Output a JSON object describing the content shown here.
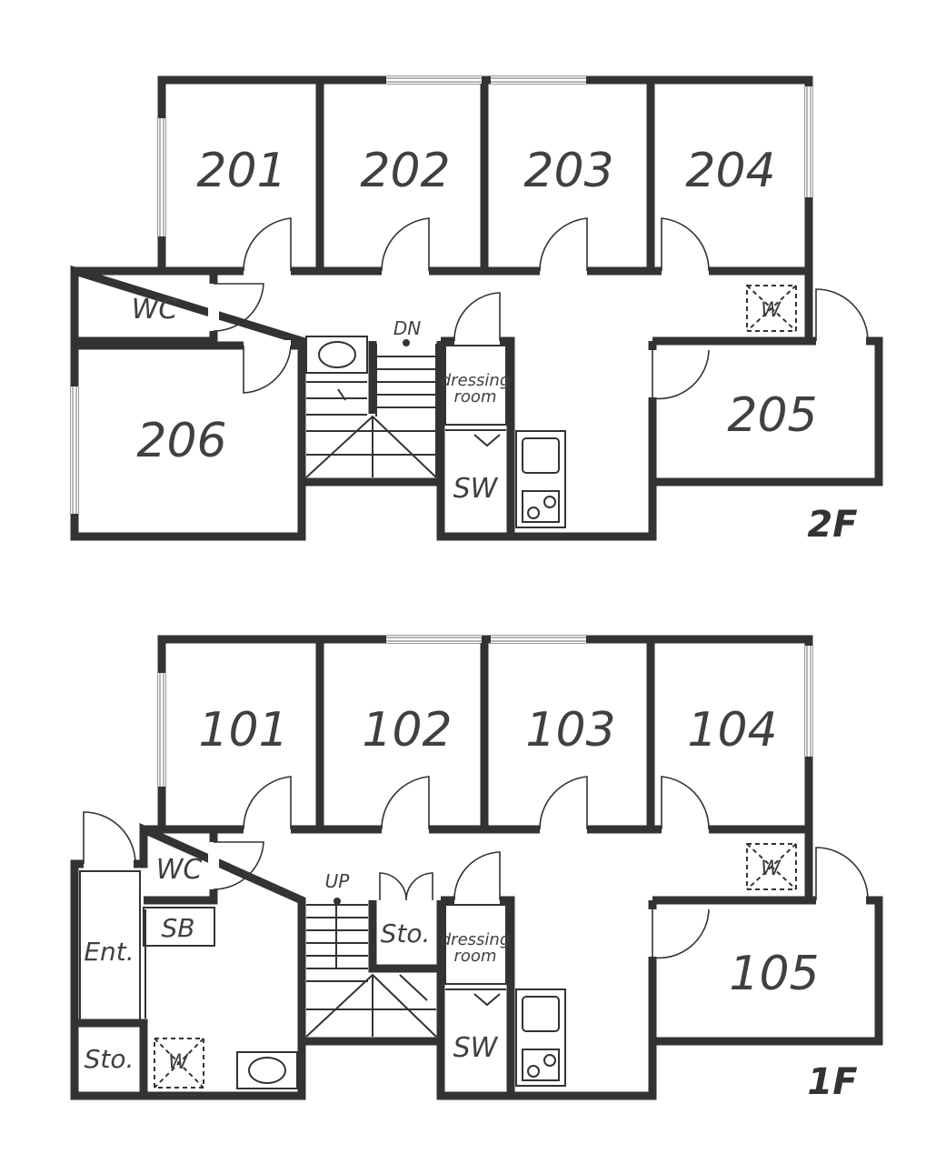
{
  "floors": {
    "second": {
      "label": "2F",
      "rooms": {
        "r201": "201",
        "r202": "202",
        "r203": "203",
        "r204": "204",
        "r205": "205",
        "r206": "206"
      },
      "wc": "WC",
      "washer": "W",
      "stairs": "DN",
      "dressing": [
        "dressing",
        "room"
      ],
      "shower": "SW"
    },
    "first": {
      "label": "1F",
      "rooms": {
        "r101": "101",
        "r102": "102",
        "r103": "103",
        "r104": "104",
        "r105": "105"
      },
      "wc": "WC",
      "washer": "W",
      "washer_entry": "W",
      "stairs": "UP",
      "dressing": [
        "dressing",
        "room"
      ],
      "shower": "SW",
      "shoe_box": "SB",
      "entrance": "Ent.",
      "storage_stair": "Sto.",
      "storage_entry": "Sto."
    }
  },
  "colors": {
    "wall": "#333333",
    "label": "#404040",
    "background": "#ffffff"
  }
}
